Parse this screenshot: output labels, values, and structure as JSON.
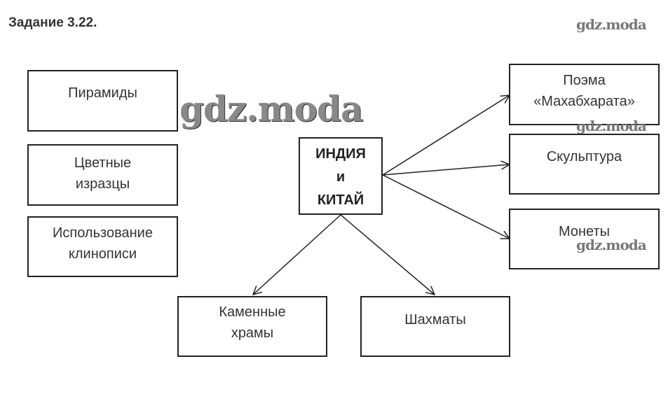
{
  "title": "Задание 3.22.",
  "watermark": "gdz.moda",
  "center": {
    "line1": "ИНДИЯ",
    "line2": "и",
    "line3": "КИТАЙ"
  },
  "left_boxes": [
    {
      "lines": [
        "Пирамиды"
      ]
    },
    {
      "lines": [
        "Цветные",
        "изразцы"
      ]
    },
    {
      "lines": [
        "Использование",
        "клинописи"
      ]
    }
  ],
  "right_boxes": [
    {
      "lines": [
        "Поэма",
        "«Махабхарата»"
      ]
    },
    {
      "lines": [
        "Скульптура"
      ]
    },
    {
      "lines": [
        "Монеты"
      ]
    }
  ],
  "bottom_boxes": [
    {
      "lines": [
        "Каменные",
        "храмы"
      ]
    },
    {
      "lines": [
        "Шахматы"
      ]
    }
  ]
}
